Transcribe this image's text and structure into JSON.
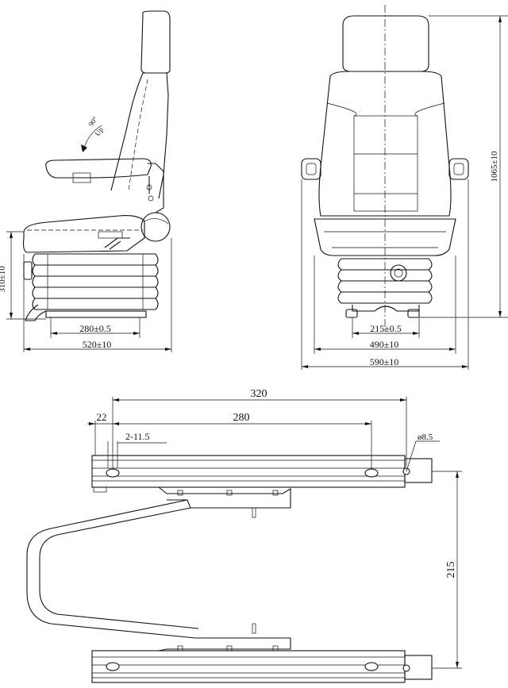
{
  "side_view": {
    "angle": "90°",
    "arrow_word": "Up",
    "height_dim": "310±10",
    "rail_dim": "280±0.5",
    "depth_dim": "520±10"
  },
  "front_view": {
    "height_dim": "1065±10",
    "rail_dim": "215±0.5",
    "seat_width_dim": "490±10",
    "overall_width_dim": "590±10"
  },
  "slide_view": {
    "overall_dim": "320",
    "offset_dim": "22",
    "hole_spacing_dim": "280",
    "hole_dim": "2-11.5",
    "pin_dim": "ø8.5",
    "travel_dim": "215"
  }
}
